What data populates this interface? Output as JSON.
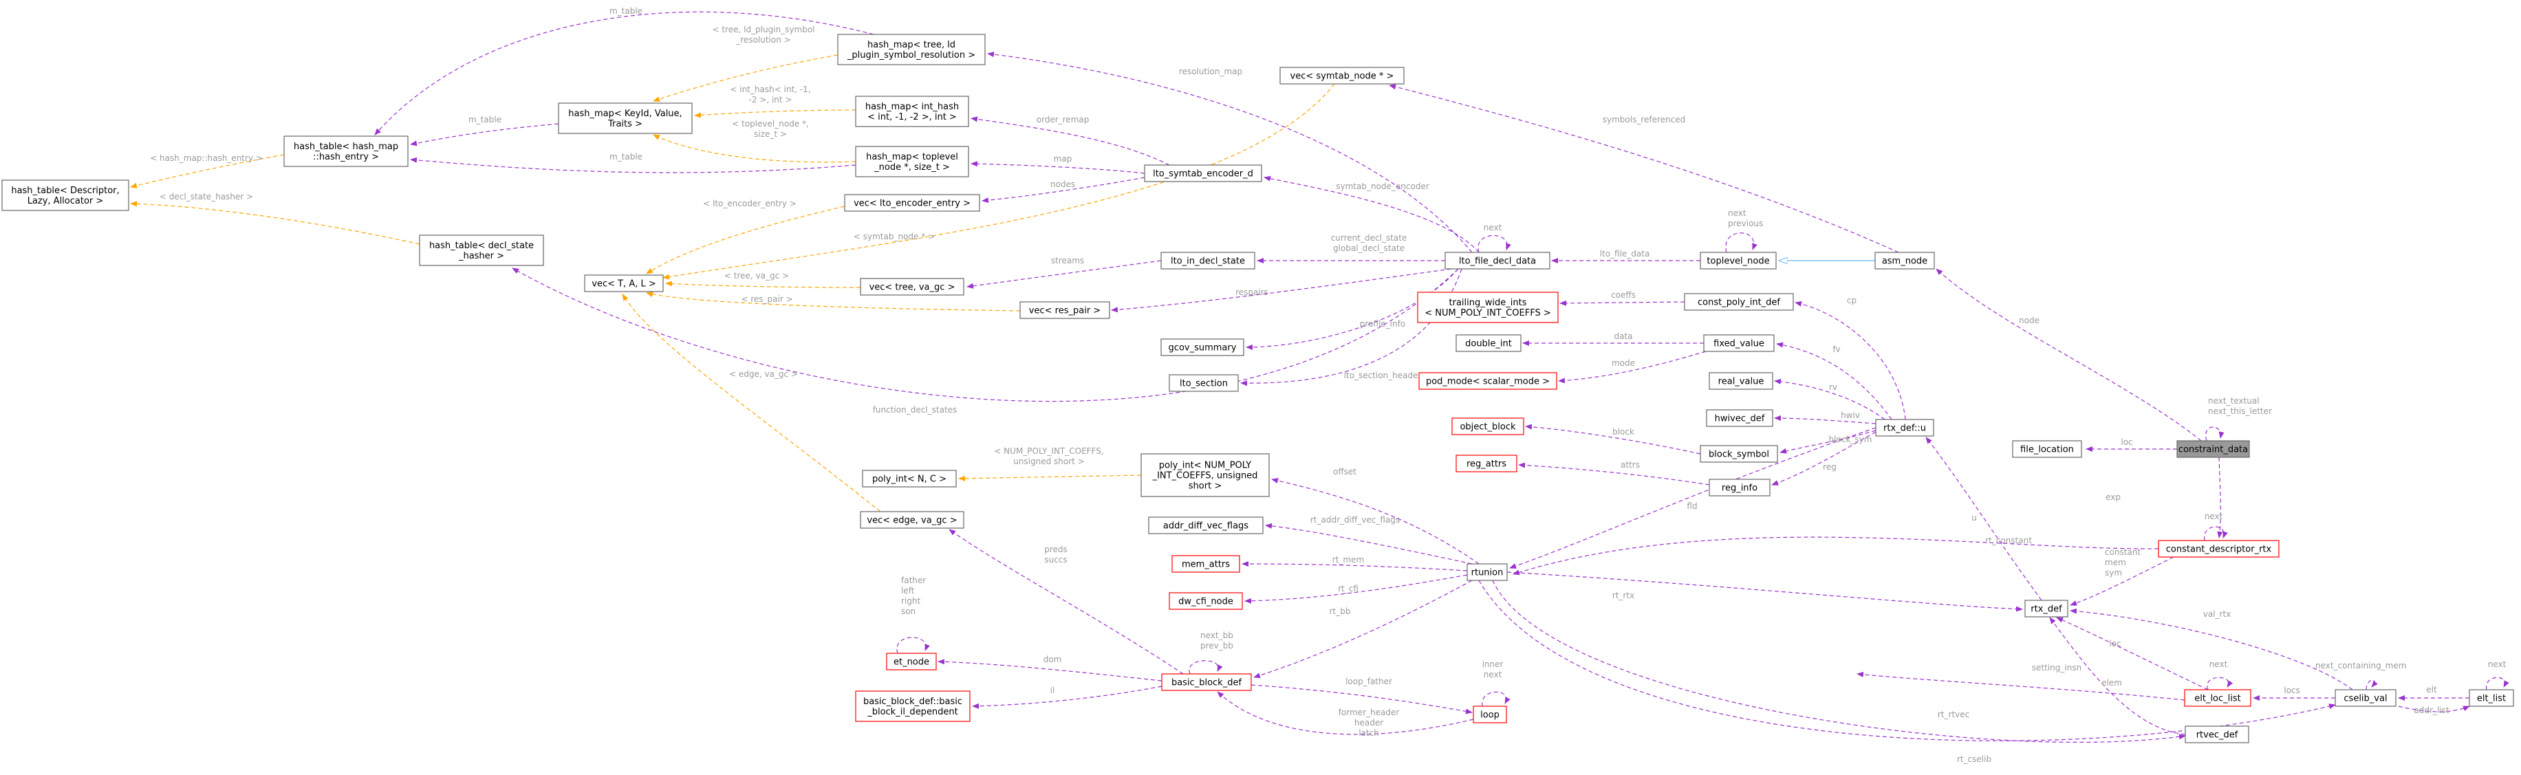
{
  "diagram": {
    "nodes": [
      {
        "id": "constraint_data",
        "label": "constraint_data",
        "style": "focus"
      },
      {
        "id": "file_location",
        "label": "file_location"
      },
      {
        "id": "rtx_def",
        "label": "rtx_def"
      },
      {
        "id": "constant_descriptor_rtx",
        "label": "constant_descriptor_rtx",
        "style": "red"
      },
      {
        "id": "asm_node",
        "label": "asm_node"
      },
      {
        "id": "toplevel_node",
        "label": "toplevel_node"
      },
      {
        "id": "lto_file_decl_data",
        "label": "lto_file_decl_data"
      },
      {
        "id": "rtunion",
        "label": "rtunion"
      },
      {
        "id": "rtx_def_u",
        "label": "rtx_def::u"
      },
      {
        "id": "elt_loc_list",
        "label": "elt_loc_list",
        "style": "red"
      },
      {
        "id": "cselib_val",
        "label": "cselib_val"
      },
      {
        "id": "elt_list",
        "label": "elt_list"
      },
      {
        "id": "rtvec_def",
        "label": "rtvec_def"
      },
      {
        "id": "reg_attrs",
        "label": "reg_attrs",
        "style": "red"
      },
      {
        "id": "reg_info",
        "label": "reg_info"
      },
      {
        "id": "block_symbol",
        "label": "block_symbol"
      },
      {
        "id": "object_block",
        "label": "object_block",
        "style": "red"
      },
      {
        "id": "hwivec_def",
        "label": "hwivec_def"
      },
      {
        "id": "real_value",
        "label": "real_value"
      },
      {
        "id": "fixed_value",
        "label": "fixed_value"
      },
      {
        "id": "double_int",
        "label": "double_int"
      },
      {
        "id": "pod_mode_scalar",
        "label": "pod_mode< scalar_mode >",
        "style": "red"
      },
      {
        "id": "const_poly_int_def",
        "label": "const_poly_int_def"
      },
      {
        "id": "trailing_wide_ints",
        "label": "trailing_wide_ints\n< NUM_POLY_INT_COEFFS >",
        "style": "red"
      },
      {
        "id": "lto_symtab_encoder_d",
        "label": "lto_symtab_encoder_d"
      },
      {
        "id": "vec_symtab_node",
        "label": "vec< symtab_node * >"
      },
      {
        "id": "lto_in_decl_state",
        "label": "lto_in_decl_state"
      },
      {
        "id": "vec_res_pair",
        "label": "vec< res_pair >"
      },
      {
        "id": "gcov_summary",
        "label": "gcov_summary"
      },
      {
        "id": "lto_section",
        "label": "lto_section"
      },
      {
        "id": "hashmap_tree_ld",
        "label": "hash_map< tree, ld\n_plugin_symbol_resolution >"
      },
      {
        "id": "hashmap_int_hash",
        "label": "hash_map< int_hash\n< int, -1, -2 >, int >"
      },
      {
        "id": "hashmap_toplevel",
        "label": "hash_map< toplevel\n_node *, size_t >"
      },
      {
        "id": "vec_lto_encoder_entry",
        "label": "vec< lto_encoder_entry >"
      },
      {
        "id": "hashmap_keyid",
        "label": "hash_map< KeyId, Value,\nTraits >"
      },
      {
        "id": "hashtable_hashmap_entry",
        "label": "hash_table< hash_map\n::hash_entry >"
      },
      {
        "id": "hashtable_descriptor",
        "label": "hash_table< Descriptor,\nLazy, Allocator >"
      },
      {
        "id": "hashtable_decl_state",
        "label": "hash_table< decl_state\n_hasher >"
      },
      {
        "id": "vec_T_A_L",
        "label": "vec< T, A, L >"
      },
      {
        "id": "vec_tree_va_gc",
        "label": "vec< tree, va_gc >"
      },
      {
        "id": "poly_int_N_C",
        "label": "poly_int< N, C >"
      },
      {
        "id": "vec_edge_va_gc",
        "label": "vec< edge, va_gc >"
      },
      {
        "id": "poly_int_num",
        "label": "poly_int< NUM_POLY\n_INT_COEFFS, unsigned\nshort >"
      },
      {
        "id": "addr_diff_vec_flags",
        "label": "addr_diff_vec_flags"
      },
      {
        "id": "mem_attrs",
        "label": "mem_attrs",
        "style": "red"
      },
      {
        "id": "dw_cfi_node",
        "label": "dw_cfi_node",
        "style": "red"
      },
      {
        "id": "basic_block_def",
        "label": "basic_block_def",
        "style": "red"
      },
      {
        "id": "et_node",
        "label": "et_node",
        "style": "red"
      },
      {
        "id": "bb_il_dependent",
        "label": "basic_block_def::basic\n_block_il_dependent",
        "style": "red"
      },
      {
        "id": "loop",
        "label": "loop",
        "style": "red"
      }
    ],
    "edges": [
      {
        "id": "e_loc",
        "label": "loc"
      },
      {
        "id": "e_next_textual",
        "label": "next_textual\nnext_this_letter"
      },
      {
        "id": "e_node",
        "label": "node"
      },
      {
        "id": "e_exp",
        "label": "exp"
      },
      {
        "id": "e_constant",
        "label": "constant\nmem\nsym"
      },
      {
        "id": "e_next_cdr",
        "label": "next"
      },
      {
        "id": "e_rt_constant",
        "label": "rt_constant"
      },
      {
        "id": "e_u",
        "label": "u"
      },
      {
        "id": "e_rt_rtx",
        "label": "rt_rtx"
      },
      {
        "id": "e_val_rtx",
        "label": "val_rtx"
      },
      {
        "id": "e_next_containing_mem",
        "label": "next_containing_mem"
      },
      {
        "id": "e_locs",
        "label": "locs"
      },
      {
        "id": "e_elt",
        "label": "elt"
      },
      {
        "id": "e_addr_list",
        "label": "addr_list"
      },
      {
        "id": "e_next_elt",
        "label": "next"
      },
      {
        "id": "e_next_loc",
        "label": "next"
      },
      {
        "id": "e_loc2",
        "label": "loc"
      },
      {
        "id": "e_setting_insn",
        "label": "setting_insn"
      },
      {
        "id": "e_elem",
        "label": "elem"
      },
      {
        "id": "e_rt_rtvec",
        "label": "rt_rtvec"
      },
      {
        "id": "e_rt_cselib",
        "label": "rt_cselib"
      },
      {
        "id": "e_fld",
        "label": "fld"
      },
      {
        "id": "e_attrs",
        "label": "attrs"
      },
      {
        "id": "e_reg",
        "label": "reg"
      },
      {
        "id": "e_block_sym",
        "label": "block_sym"
      },
      {
        "id": "e_block",
        "label": "block"
      },
      {
        "id": "e_hwiv",
        "label": "hwiv"
      },
      {
        "id": "e_rv",
        "label": "rv"
      },
      {
        "id": "e_fv",
        "label": "fv"
      },
      {
        "id": "e_data",
        "label": "data"
      },
      {
        "id": "e_mode",
        "label": "mode"
      },
      {
        "id": "e_cp",
        "label": "cp"
      },
      {
        "id": "e_coeffs",
        "label": "coeffs"
      },
      {
        "id": "e_lto_file_data",
        "label": "lto_file_data"
      },
      {
        "id": "e_next_prev",
        "label": "next\nprevious"
      },
      {
        "id": "e_symbols_referenced",
        "label": "symbols_referenced"
      },
      {
        "id": "e_next_lfdd",
        "label": "next"
      },
      {
        "id": "e_current_decl_state",
        "label": "current_decl_state\nglobal_decl_state"
      },
      {
        "id": "e_respairs",
        "label": "respairs"
      },
      {
        "id": "e_profile_info",
        "label": "profile_info"
      },
      {
        "id": "e_lto_section_header",
        "label": "lto_section_header"
      },
      {
        "id": "e_symtab_node_encoder",
        "label": "symtab_node_encoder"
      },
      {
        "id": "e_resolution_map",
        "label": "resolution_map"
      },
      {
        "id": "e_function_decl_states",
        "label": "function_decl_states"
      },
      {
        "id": "e_streams",
        "label": "streams"
      },
      {
        "id": "e_order_remap",
        "label": "order_remap"
      },
      {
        "id": "e_map",
        "label": "map"
      },
      {
        "id": "e_nodes",
        "label": "nodes"
      },
      {
        "id": "e_tree_ld",
        "label": "< tree, ld_plugin_symbol\n_resolution >"
      },
      {
        "id": "e_int_hash",
        "label": "< int_hash< int, -1,\n-2 >, int >"
      },
      {
        "id": "e_toplevel_size",
        "label": "< toplevel_node *,\nsize_t >"
      },
      {
        "id": "e_m_table_top",
        "label": "m_table"
      },
      {
        "id": "e_m_table_mid",
        "label": "m_table"
      },
      {
        "id": "e_m_table_low",
        "label": "m_table"
      },
      {
        "id": "e_hash_entry",
        "label": "< hash_map::hash_entry >"
      },
      {
        "id": "e_decl_state_hasher",
        "label": "< decl_state_hasher >"
      },
      {
        "id": "e_lto_encoder_entry",
        "label": "< lto_encoder_entry >"
      },
      {
        "id": "e_symtab_node_star",
        "label": "< symtab_node * >"
      },
      {
        "id": "e_tree_va_gc",
        "label": "< tree, va_gc >"
      },
      {
        "id": "e_res_pair",
        "label": "< res_pair >"
      },
      {
        "id": "e_edge_va_gc",
        "label": "< edge, va_gc >"
      },
      {
        "id": "e_num_poly_coeffs",
        "label": "< NUM_POLY_INT_COEFFS,\nunsigned short >"
      },
      {
        "id": "e_rt_addr_diff",
        "label": "rt_addr_diff_vec_flags"
      },
      {
        "id": "e_rt_mem",
        "label": "rt_mem"
      },
      {
        "id": "e_rt_cfi",
        "label": "rt_cfi"
      },
      {
        "id": "e_rt_bb",
        "label": "rt_bb"
      },
      {
        "id": "e_offset",
        "label": "offset"
      },
      {
        "id": "e_preds",
        "label": "preds\nsuccs"
      },
      {
        "id": "e_dom",
        "label": "dom"
      },
      {
        "id": "e_il",
        "label": "il"
      },
      {
        "id": "e_next_bb",
        "label": "next_bb\nprev_bb"
      },
      {
        "id": "e_loop_father",
        "label": "loop_father"
      },
      {
        "id": "e_former_header",
        "label": "former_header\nheader\nlatch"
      },
      {
        "id": "e_inner",
        "label": "inner\nnext"
      },
      {
        "id": "e_father",
        "label": "father\nleft\nright\nson"
      }
    ]
  }
}
